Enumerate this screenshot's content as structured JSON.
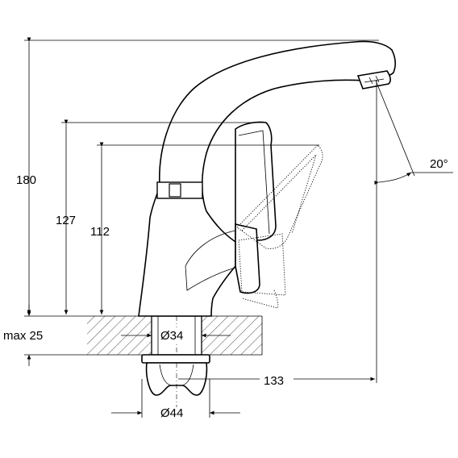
{
  "dimensions": {
    "height_total": "180",
    "height_handle": "127",
    "height_body": "112",
    "counter_thickness": "max 25",
    "hole_diameter": "Ø34",
    "nut_diameter": "Ø44",
    "reach": "133",
    "swivel_angle": "20°"
  }
}
